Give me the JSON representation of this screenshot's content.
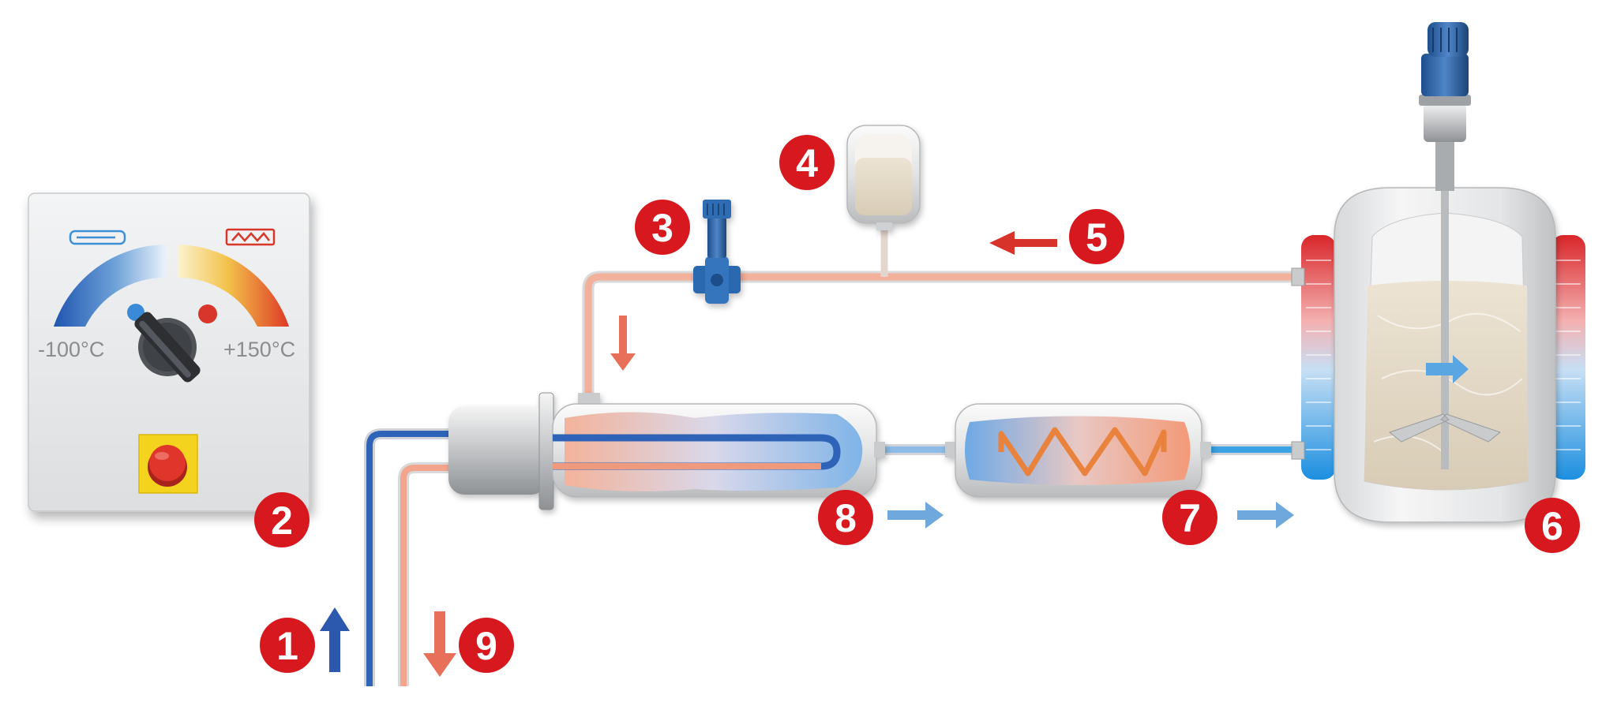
{
  "control_panel": {
    "min_temp_label": "-100°C",
    "max_temp_label": "+150°C",
    "icons": {
      "cooling": "cooling-element-icon",
      "heating": "heating-coil-icon"
    },
    "stop_button_color": "#e0352b",
    "stop_plate_color": "#f4d31f"
  },
  "callouts": [
    {
      "id": "1",
      "label": "1"
    },
    {
      "id": "2",
      "label": "2"
    },
    {
      "id": "3",
      "label": "3"
    },
    {
      "id": "4",
      "label": "4"
    },
    {
      "id": "5",
      "label": "5"
    },
    {
      "id": "6",
      "label": "6"
    },
    {
      "id": "7",
      "label": "7"
    },
    {
      "id": "8",
      "label": "8"
    },
    {
      "id": "9",
      "label": "9"
    }
  ],
  "colors": {
    "callout_red": "#d7191f",
    "hot_pipe": "#f2a58c",
    "cold_pipe": "#2f63b7",
    "arrow_hot": "#e8705a",
    "arrow_cold": "#6fa8dc",
    "arrow_supply": "#2c59ad"
  }
}
